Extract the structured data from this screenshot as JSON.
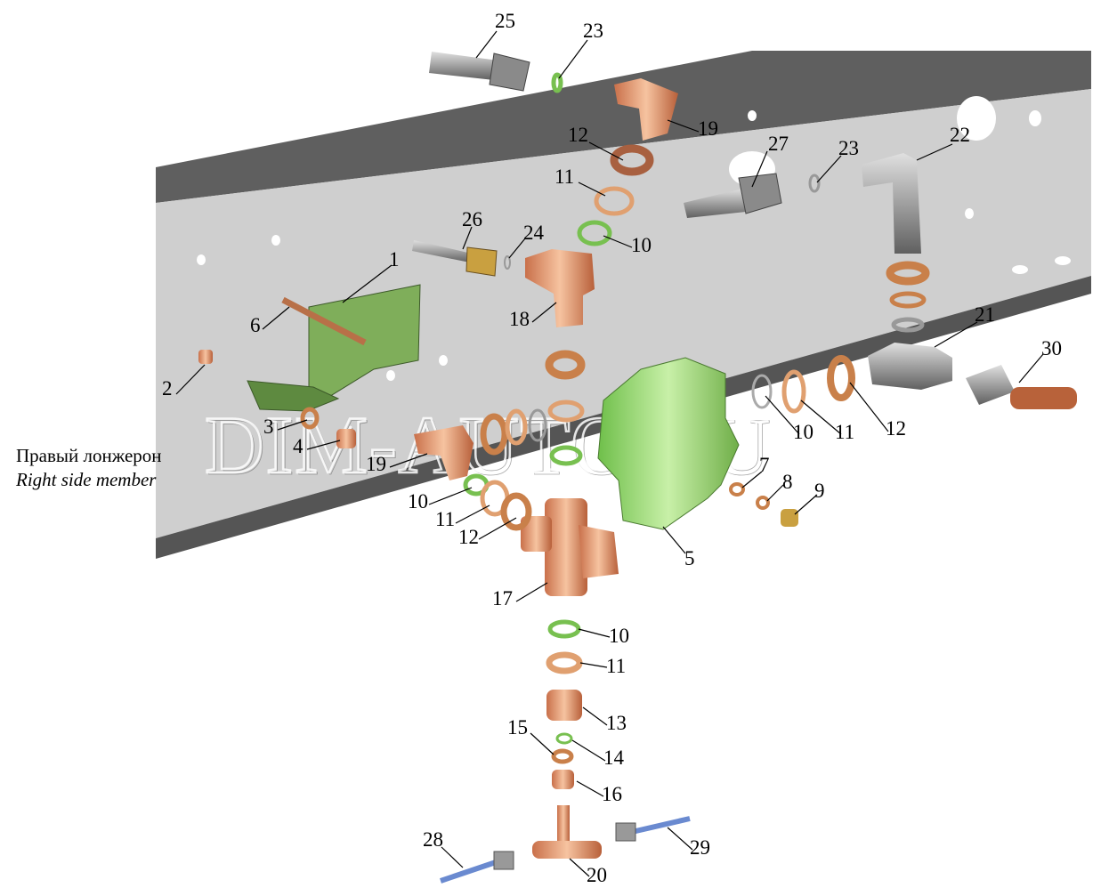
{
  "caption": {
    "ru": "Правый лонжерон",
    "en": "Right side member"
  },
  "watermark": "DIM-AUTO.RU",
  "callouts": [
    "25",
    "23",
    "19",
    "12",
    "27",
    "23",
    "22",
    "11",
    "26",
    "24",
    "10",
    "1",
    "6",
    "18",
    "21",
    "30",
    "2",
    "3",
    "4",
    "19",
    "10",
    "11",
    "12",
    "7",
    "8",
    "9",
    "10",
    "11",
    "12",
    "5",
    "17",
    "10",
    "11",
    "13",
    "15",
    "14",
    "16",
    "28",
    "29",
    "20"
  ],
  "colors": {
    "beam_face": "#c8c8c8",
    "beam_edge": "#5a5a5a",
    "bracket": "#7fae5a",
    "valve": "#9ad37a",
    "copper": "#e8a07a",
    "steel": "#9a9a9a"
  }
}
